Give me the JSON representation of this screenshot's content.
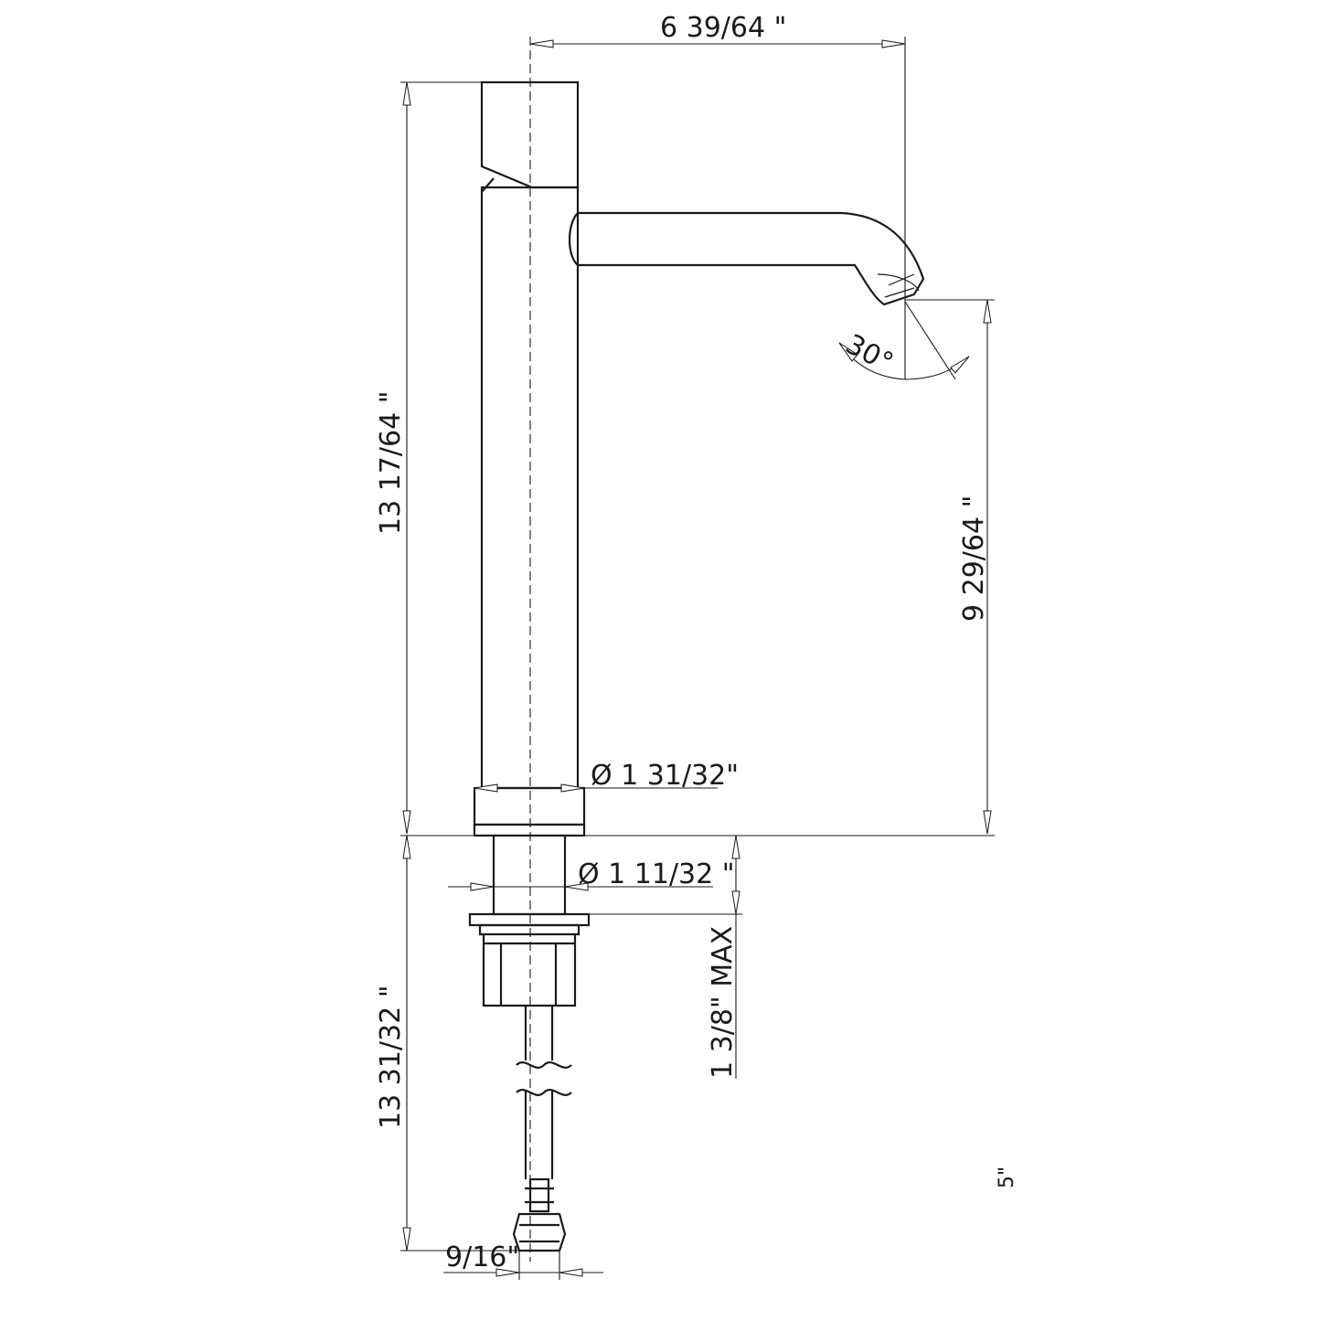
{
  "dimensions": {
    "spout_reach": "6  39/64 \"",
    "total_height": "13  17/64 \"",
    "spout_height": "9  29/64 \"",
    "body_diameter": "Ø 1  31/32\"",
    "shank_diameter": "Ø 1  11/32 \"",
    "max_deck_thickness": "1  3/8\"  MAX",
    "hose_length": "13  31/32 \"",
    "connector_size": "9/16\"",
    "spray_angle": "30°",
    "side_note": "5\""
  },
  "colors": {
    "line": "#1a1a1a",
    "background": "#ffffff"
  }
}
